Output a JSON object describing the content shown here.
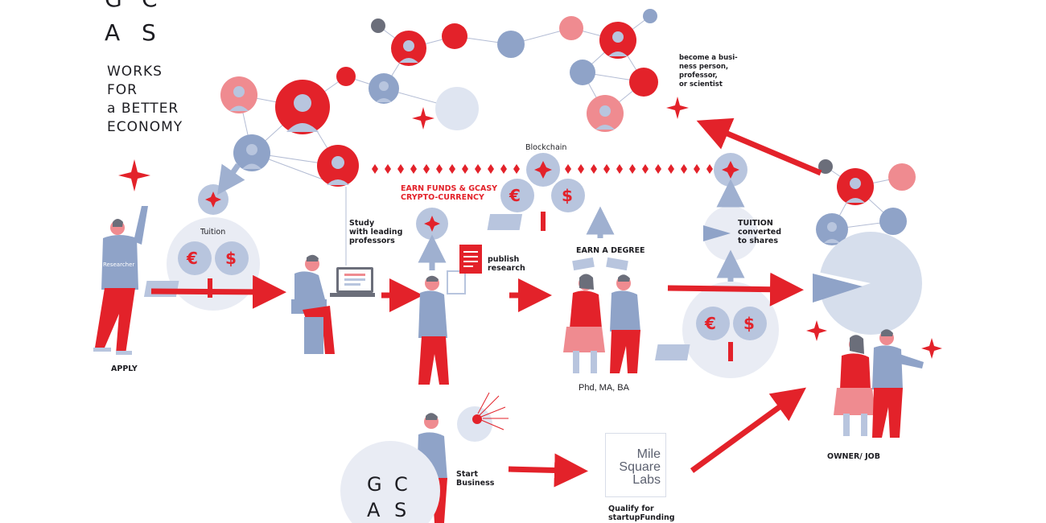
{
  "brand": {
    "letters": [
      "G",
      "C",
      "A",
      "S"
    ]
  },
  "slogan": [
    "WORKS",
    "FOR",
    "a BETTER",
    "ECONOMY"
  ],
  "labels": {
    "blockchain": "Blockchain",
    "earn_funds": "EARN FUNDS & GCASY\nCRYPTO-CURRENCY",
    "study": "Study\nwith leading\nprofessors",
    "publish": "publish\nresearch",
    "earn_degree": "EARN A DEGREE",
    "degrees": "Phd, MA, BA",
    "tuition_small": "Tuition",
    "tuition_shares": "TUITION\nconverted\nto shares",
    "become": "become a busi-\nness person,\nprofessor,\nor scientist",
    "apply": "APPLY",
    "owner_job": "OWNER/ JOB",
    "start_business": "Start\nBusiness",
    "qualify": "Qualify for\nstartupFunding",
    "researcher_shirt": "Researcher"
  },
  "mile_square": {
    "text": "Mile\nSquare\nLabs"
  },
  "currency": {
    "euro": "€",
    "dollar": "$"
  },
  "colors": {
    "red": "#e3222a",
    "blue": "#8fa3c8",
    "light_blue": "#b8c5de",
    "pale": "#e9ecf4",
    "pink": "#ef8b90",
    "dark": "#1d1d22",
    "grey": "#6b6e7a"
  }
}
